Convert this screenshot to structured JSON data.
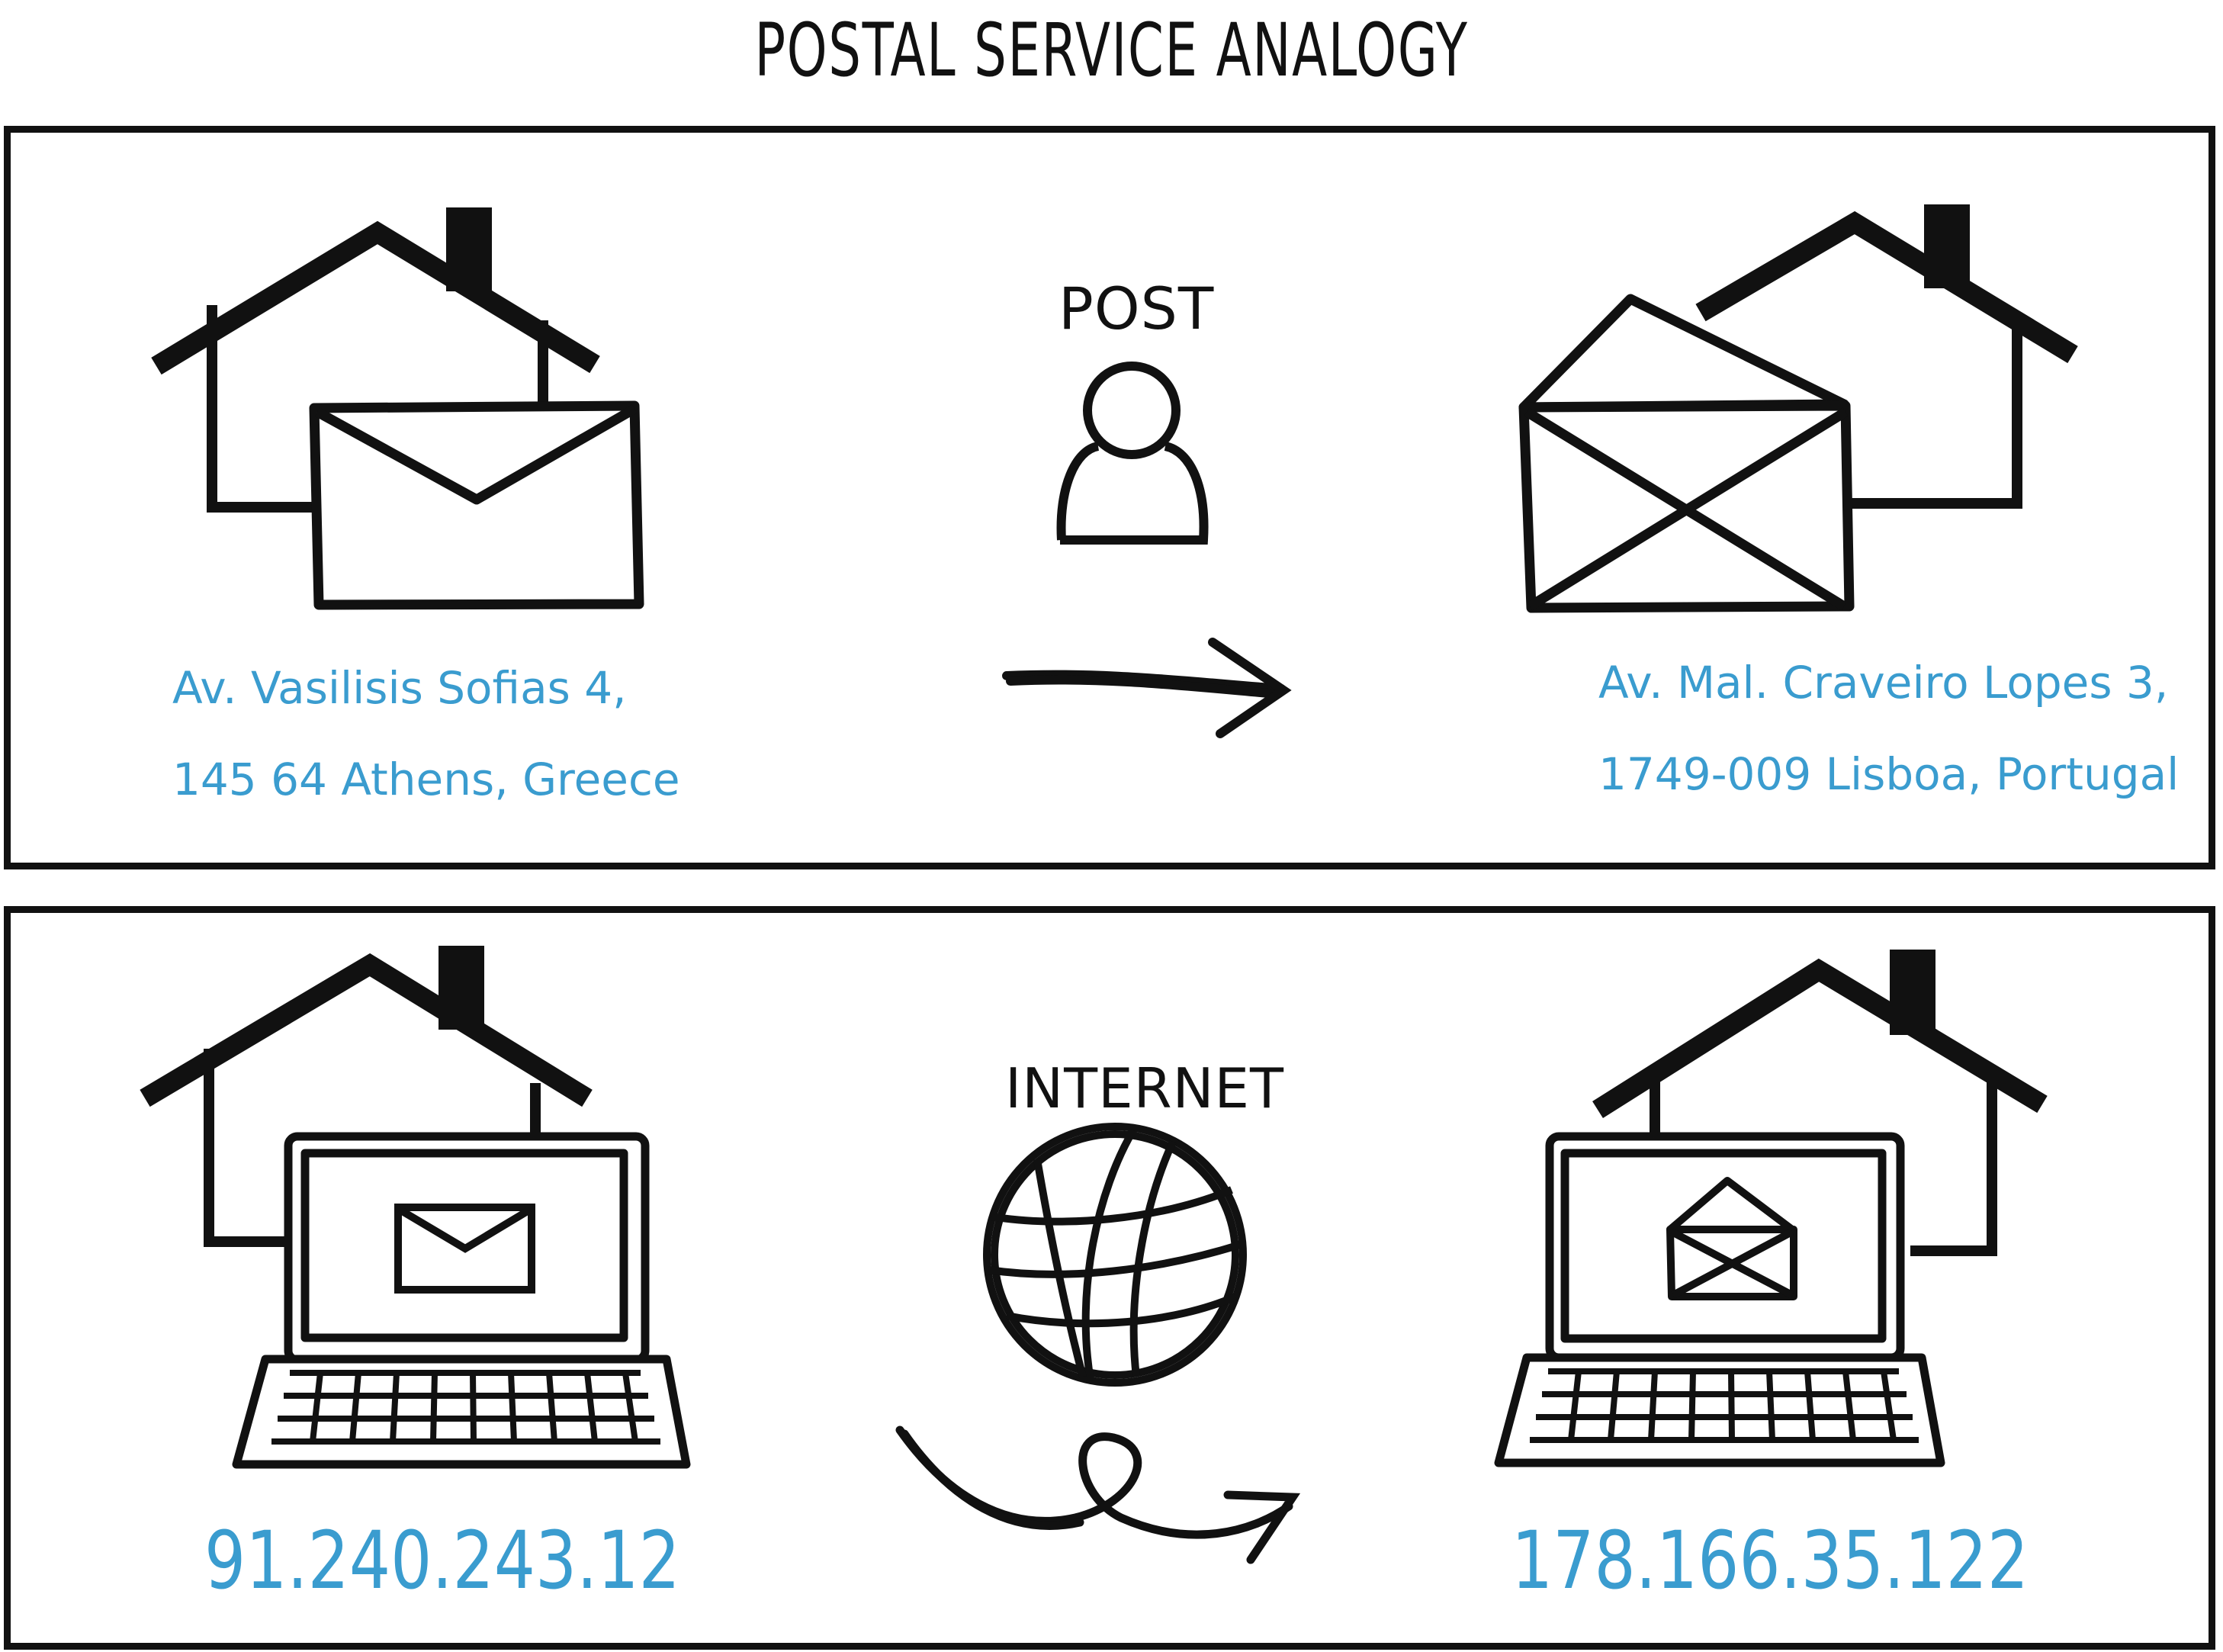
{
  "title": "POSTAL SERVICE ANALOGY",
  "post_panel": {
    "label": "POST",
    "sender_address": [
      "Av. Vasilisis Sofias 4,",
      "145 64 Athens, Greece"
    ],
    "recipient_address": [
      "Av. Mal. Craveiro Lopes 3,",
      "1749-009 Lisboa, Portugal"
    ]
  },
  "internet_panel": {
    "label": "INTERNET",
    "sender_ip": "91.240.243.12",
    "recipient_ip": "178.166.35.122"
  },
  "colors": {
    "ink": "#111111",
    "address_blue": "#3a9ccf"
  }
}
